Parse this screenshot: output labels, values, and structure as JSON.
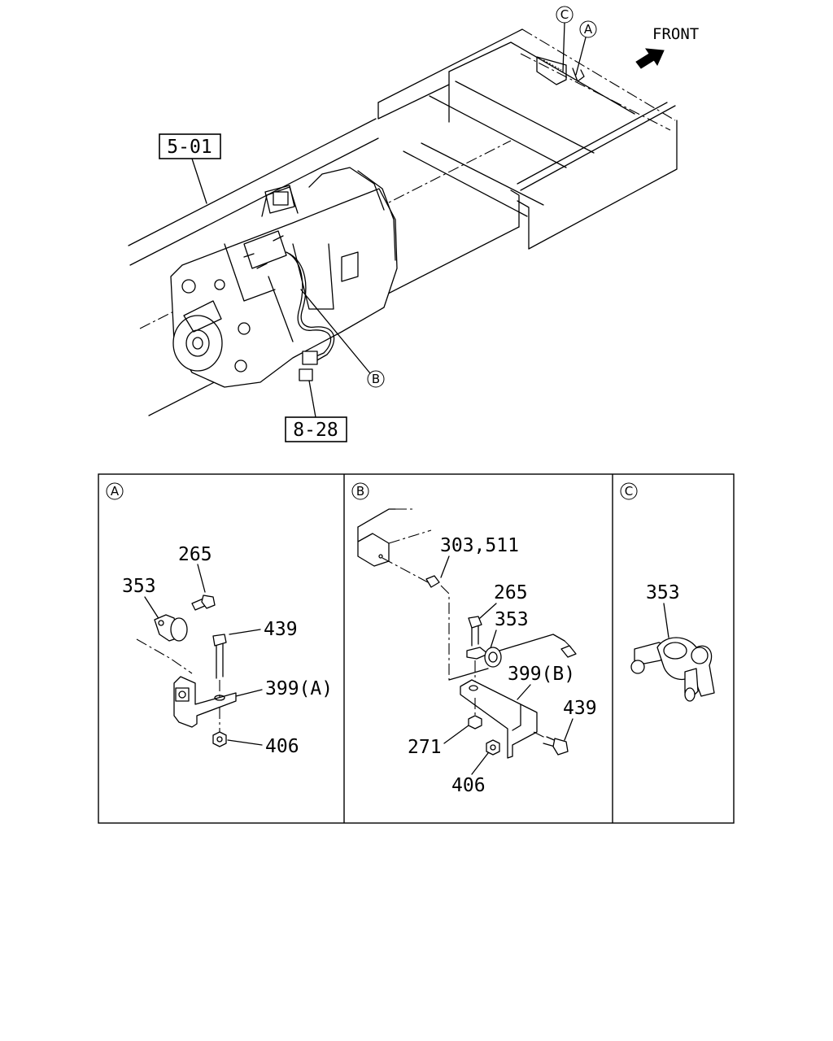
{
  "diagram": {
    "front_label": "FRONT",
    "ref_boxes": {
      "frame": "5-01",
      "harness": "8-28"
    },
    "main_callouts": {
      "a": "A",
      "b": "B",
      "c": "C"
    },
    "panels": [
      {
        "id": "A",
        "callouts": {
          "p265": "265",
          "p353": "353",
          "p439": "439",
          "p399": "399(A)",
          "p406": "406"
        }
      },
      {
        "id": "B",
        "callouts": {
          "p303": "303,511",
          "p265": "265",
          "p353": "353",
          "p399": "399(B)",
          "p439": "439",
          "p271": "271",
          "p406": "406"
        }
      },
      {
        "id": "C",
        "callouts": {
          "p353": "353"
        }
      }
    ]
  }
}
